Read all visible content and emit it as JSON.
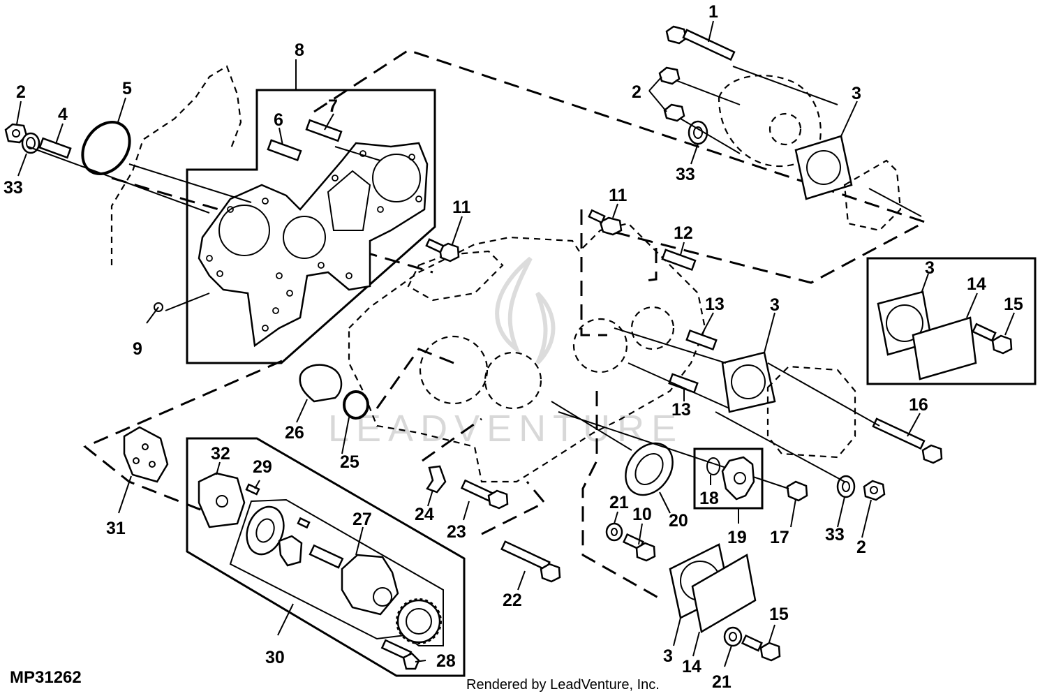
{
  "diagram": {
    "figure_code": "MP31262",
    "credit": "Rendered by LeadVenture, Inc.",
    "watermark": "LEADVENTURE",
    "callouts": [
      {
        "id": "c1",
        "text": "1"
      },
      {
        "id": "c2a",
        "text": "2"
      },
      {
        "id": "c3a",
        "text": "3"
      },
      {
        "id": "c33a",
        "text": "33"
      },
      {
        "id": "c8",
        "text": "8"
      },
      {
        "id": "c2b",
        "text": "2"
      },
      {
        "id": "c5",
        "text": "5"
      },
      {
        "id": "c4",
        "text": "4"
      },
      {
        "id": "c33b",
        "text": "33"
      },
      {
        "id": "c7",
        "text": "7"
      },
      {
        "id": "c6",
        "text": "6"
      },
      {
        "id": "c11a",
        "text": "11"
      },
      {
        "id": "c11b",
        "text": "11"
      },
      {
        "id": "c12",
        "text": "12"
      },
      {
        "id": "c9",
        "text": "9"
      },
      {
        "id": "c3b",
        "text": "3"
      },
      {
        "id": "c14a",
        "text": "14"
      },
      {
        "id": "c15a",
        "text": "15"
      },
      {
        "id": "c13a",
        "text": "13"
      },
      {
        "id": "c3c",
        "text": "3"
      },
      {
        "id": "c13b",
        "text": "13"
      },
      {
        "id": "c16",
        "text": "16"
      },
      {
        "id": "c26",
        "text": "26"
      },
      {
        "id": "c25",
        "text": "25"
      },
      {
        "id": "c32",
        "text": "32"
      },
      {
        "id": "c29",
        "text": "29"
      },
      {
        "id": "c24",
        "text": "24"
      },
      {
        "id": "c21a",
        "text": "21"
      },
      {
        "id": "c10",
        "text": "10"
      },
      {
        "id": "c20",
        "text": "20"
      },
      {
        "id": "c18",
        "text": "18"
      },
      {
        "id": "c19",
        "text": "19"
      },
      {
        "id": "c17",
        "text": "17"
      },
      {
        "id": "c33c",
        "text": "33"
      },
      {
        "id": "c2c",
        "text": "2"
      },
      {
        "id": "c31",
        "text": "31"
      },
      {
        "id": "c27",
        "text": "27"
      },
      {
        "id": "c23",
        "text": "23"
      },
      {
        "id": "c22",
        "text": "22"
      },
      {
        "id": "c30",
        "text": "30"
      },
      {
        "id": "c28",
        "text": "28"
      },
      {
        "id": "c15b",
        "text": "15"
      },
      {
        "id": "c3d",
        "text": "3"
      },
      {
        "id": "c14b",
        "text": "14"
      },
      {
        "id": "c21b",
        "text": "21"
      }
    ]
  }
}
